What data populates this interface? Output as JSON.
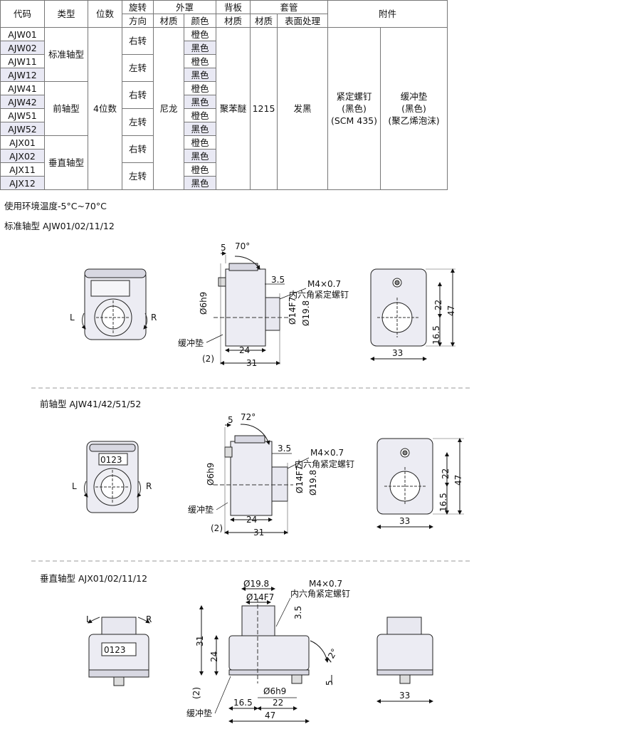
{
  "table": {
    "headers": {
      "code": "代码",
      "type": "类型",
      "digits": "位数",
      "rotation": "旋转",
      "rotation_sub": "方向",
      "housing": "外罩",
      "housing_material": "材质",
      "housing_color": "颜色",
      "backplate": "背板",
      "backplate_material": "材质",
      "sleeve": "套管",
      "sleeve_material": "材质",
      "sleeve_surface": "表面处理",
      "accessories": "附件"
    },
    "codes": [
      "AJW01",
      "AJW02",
      "AJW11",
      "AJW12",
      "AJW41",
      "AJW42",
      "AJW51",
      "AJW52",
      "AJX01",
      "AJX02",
      "AJX11",
      "AJX12"
    ],
    "types": [
      "标准轴型",
      "前轴型",
      "垂直轴型"
    ],
    "digits": "4位数",
    "rotations": [
      "右转",
      "左转",
      "右转",
      "左转",
      "右转",
      "左转"
    ],
    "colors": [
      "橙色",
      "黑色",
      "橙色",
      "黑色",
      "橙色",
      "黑色",
      "橙色",
      "黑色",
      "橙色",
      "黑色",
      "橙色",
      "黑色"
    ],
    "housing_material": "尼龙",
    "backplate_material": "聚苯醚",
    "sleeve_material": "1215",
    "sleeve_surface": "发黑",
    "accessory1": [
      "紧定螺钉",
      "(黑色)",
      "(SCM 435)"
    ],
    "accessory2": [
      "缓冲垫",
      "(黑色)",
      "(聚乙烯泡沫)"
    ]
  },
  "note": "使用环境温度-5°C~70°C",
  "sections": [
    {
      "title": "标准轴型 AJW01/02/11/12"
    },
    {
      "title": "前轴型 AJW41/42/51/52"
    },
    {
      "title": "垂直轴型 AJX01/02/11/12"
    }
  ],
  "labels": {
    "L": "L",
    "R": "R",
    "counter": "0123",
    "screw": "M4×0.7",
    "screw_name": "内六角紧定螺钉",
    "cushion": "缓冲垫",
    "shaft": "Ø6h9",
    "bore": "Ø14F7",
    "od": "Ø19.8"
  },
  "dims1": {
    "d5": "5",
    "a70": "70°",
    "d35": "3.5",
    "d24": "24",
    "d31": "31",
    "d2": "(2)",
    "d22": "22",
    "d47": "47",
    "d165": "16.5",
    "d33": "33"
  },
  "dims2": {
    "d5": "5",
    "a72": "72°",
    "d35": "3.5",
    "d24": "24",
    "d31": "31",
    "d2": "(2)",
    "d22": "22",
    "d47": "47",
    "d165": "16.5",
    "d33": "33"
  },
  "dims3": {
    "d198": "Ø19.8",
    "d14": "Ø14F7",
    "d35": "3.5",
    "d31": "31",
    "d24": "24",
    "a72": "72°",
    "d5": "5",
    "d2": "(2)",
    "d6": "Ø6h9",
    "d165": "16.5",
    "d22": "22",
    "d47": "47",
    "d33": "33"
  }
}
